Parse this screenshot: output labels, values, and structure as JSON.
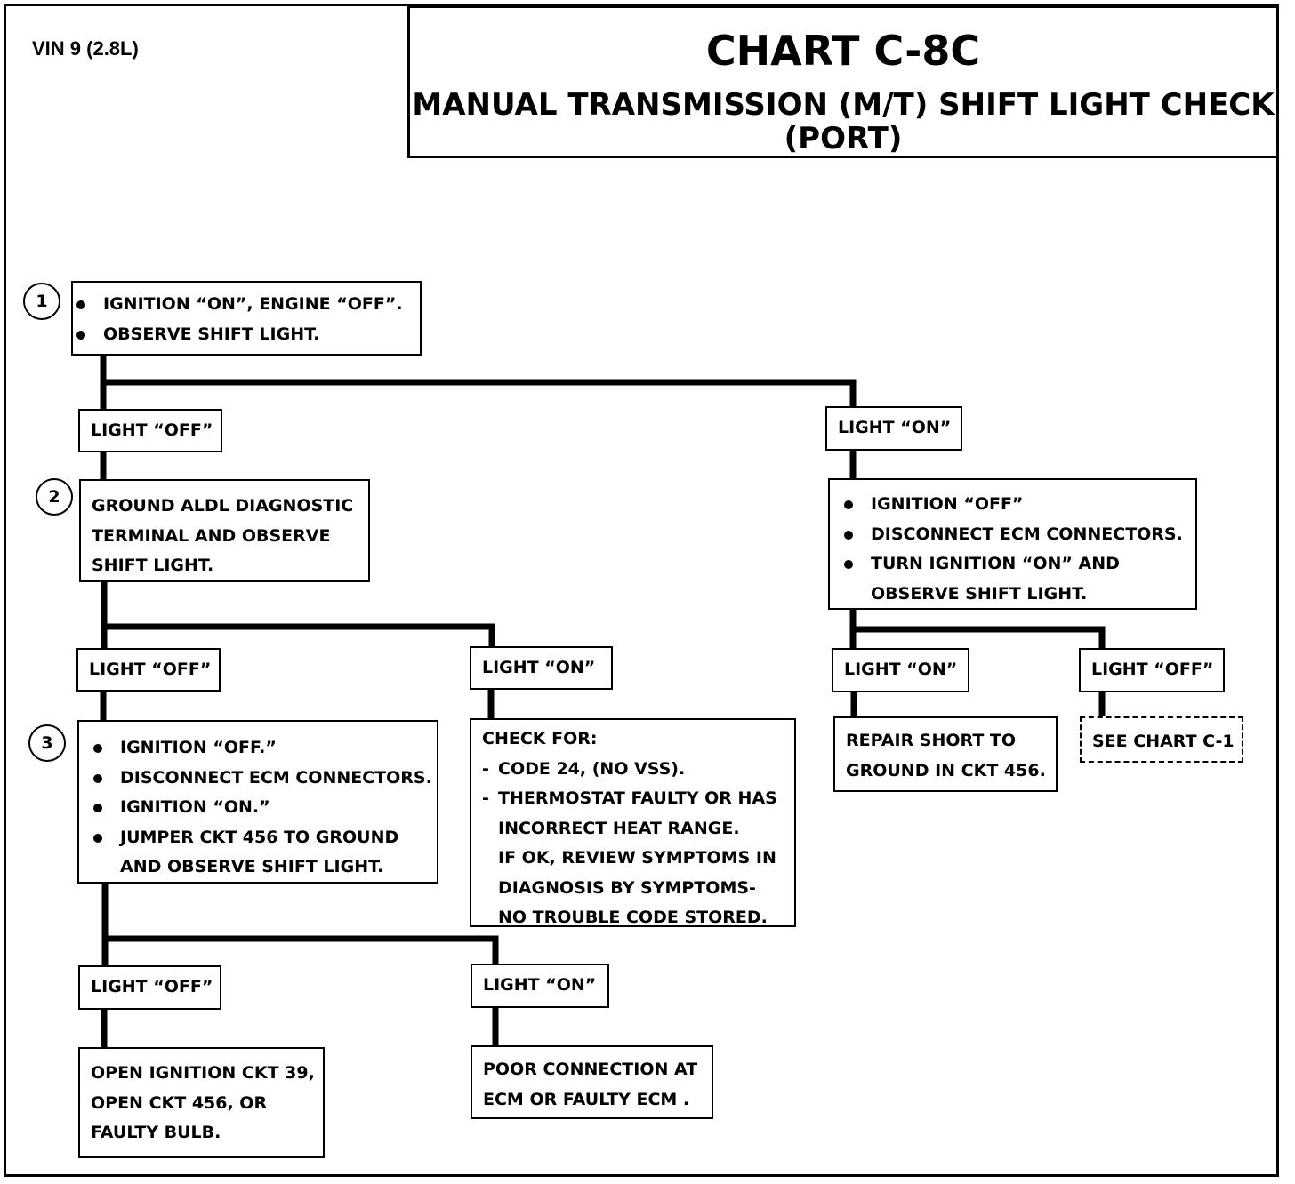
{
  "header": {
    "vin": "VIN 9 (2.8L)",
    "title": "CHART C-8C",
    "subtitle_line1": "MANUAL TRANSMISSION (M/T) SHIFT LIGHT CHECK",
    "subtitle_line2": "(PORT)"
  },
  "steps": {
    "s1": "1",
    "s2": "2",
    "s3": "3"
  },
  "step1": {
    "items": [
      "IGNITION “ON”, ENGINE “OFF”.",
      "OBSERVE SHIFT LIGHT."
    ]
  },
  "labels": {
    "s1_off": "LIGHT “OFF”",
    "s1_on": "LIGHT “ON”",
    "s2_off": "LIGHT “OFF”",
    "s2_on": "LIGHT “ON”",
    "r_on": "LIGHT “ON”",
    "r_off": "LIGHT “OFF”",
    "s3_off": "LIGHT “OFF”",
    "s3_on": "LIGHT “ON”"
  },
  "step2": {
    "lines": [
      "GROUND ALDL DIAGNOSTIC",
      "TERMINAL AND OBSERVE",
      "SHIFT LIGHT."
    ]
  },
  "right_check": {
    "items": [
      "IGNITION “OFF”",
      "DISCONNECT ECM CONNECTORS.",
      "TURN IGNITION “ON” AND"
    ],
    "continuation": "OBSERVE SHIFT LIGHT."
  },
  "step3": {
    "items": [
      "IGNITION “OFF.”",
      "DISCONNECT ECM CONNECTORS.",
      "IGNITION “ON.”",
      "JUMPER CKT 456 TO GROUND"
    ],
    "continuation": "AND OBSERVE SHIFT LIGHT."
  },
  "check_for": {
    "heading": "CHECK FOR:",
    "dash1": "CODE 24, (NO VSS).",
    "dash2": "THERMOSTAT FAULTY OR HAS",
    "dash2_cont": "INCORRECT HEAT RANGE.",
    "ok1": "IF OK, REVIEW SYMPTOMS IN",
    "ok2": "DIAGNOSIS BY SYMPTOMS-",
    "ok3": "NO TROUBLE CODE STORED."
  },
  "repair": {
    "lines": [
      "REPAIR SHORT TO",
      "GROUND IN CKT 456."
    ]
  },
  "see_chart": {
    "text": "SEE CHART C-1"
  },
  "open_ckt": {
    "lines": [
      "OPEN IGNITION CKT 39,",
      "OPEN CKT 456, OR",
      "FAULTY BULB."
    ]
  },
  "poor_conn": {
    "lines": [
      "POOR CONNECTION AT",
      "ECM OR FAULTY ECM ."
    ]
  }
}
